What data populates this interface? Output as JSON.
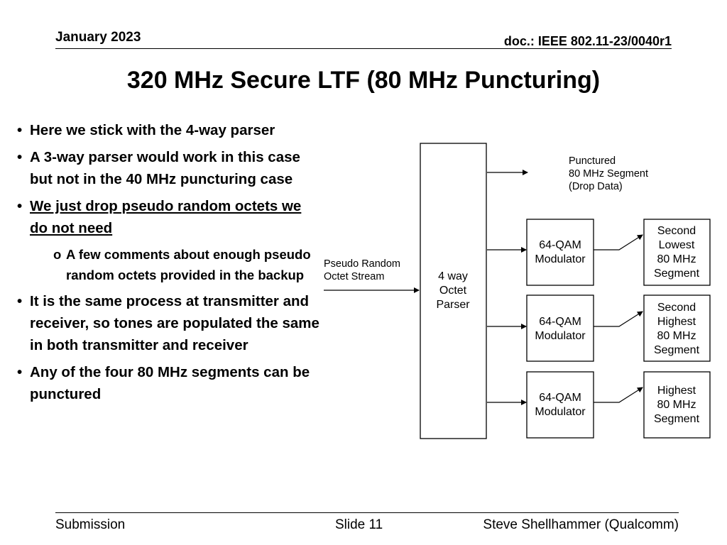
{
  "header": {
    "date": "January 2023",
    "doc": "doc.: IEEE 802.11-23/0040r1"
  },
  "title": "320 MHz Secure LTF (80 MHz Puncturing)",
  "bullets": {
    "b1": "Here we stick with the 4-way parser",
    "b2": "A 3-way parser would work in this case but not in the 40 MHz puncturing case",
    "b3": "We just drop pseudo random octets we do not need",
    "b3_sub": "A few comments about enough pseudo random octets provided in the backup",
    "b4": "It is the same process at transmitter and receiver, so tones are populated the same in both transmitter and receiver",
    "b5": "Any of the four 80 MHz segments can be punctured",
    "sub_marker": "o"
  },
  "diagram": {
    "input": [
      "Pseudo Random",
      "Octet Stream"
    ],
    "parser": [
      "4 way",
      "Octet",
      "Parser"
    ],
    "punctured": [
      "Punctured",
      "80 MHz Segment",
      "(Drop Data)"
    ],
    "modulators": [
      [
        "64-QAM",
        "Modulator"
      ],
      [
        "64-QAM",
        "Modulator"
      ],
      [
        "64-QAM",
        "Modulator"
      ]
    ],
    "segments": [
      [
        "Second",
        "Lowest",
        "80 MHz",
        "Segment"
      ],
      [
        "Second",
        "Highest",
        "80 MHz",
        "Segment"
      ],
      [
        "Highest",
        "80 MHz",
        "Segment"
      ]
    ]
  },
  "footer": {
    "left": "Submission",
    "mid": "Slide 11",
    "right": "Steve Shellhammer (Qualcomm)"
  }
}
